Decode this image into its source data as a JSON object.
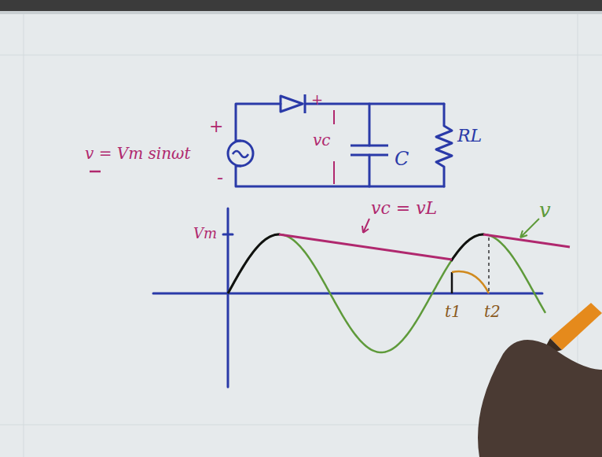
{
  "diagram": {
    "labels": [
      "v = Vm sinωt",
      "+",
      "-",
      "+",
      "vc",
      "C",
      "RL",
      "Vm",
      "vc = vL",
      "v",
      "t1",
      "t2"
    ]
  }
}
